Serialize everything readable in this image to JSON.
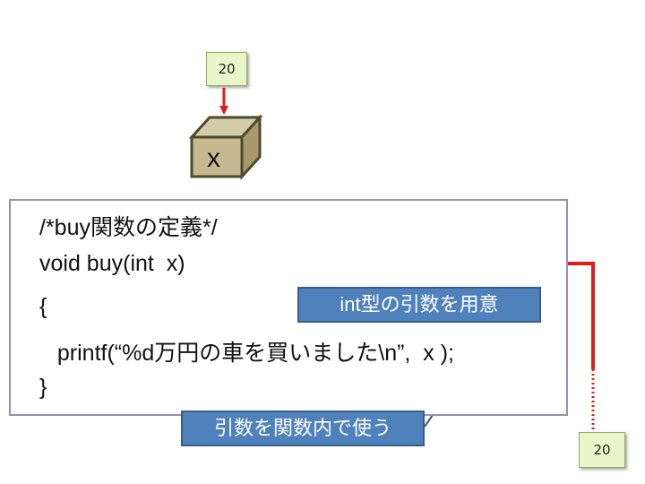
{
  "variable_box": {
    "label": "x",
    "fill_color": "#c6b990",
    "stroke_color": "#4b4b2d"
  },
  "notes": {
    "top_value": "20",
    "bottom_value": "20",
    "fill_color": "#eaf5c9"
  },
  "code": {
    "line1": "/*buy関数の定義*/",
    "line2": "void buy(int  x)",
    "line3": "{",
    "line4": "  printf(“%d万円の車を買いました\\n”,  x );",
    "line5": "}"
  },
  "callouts": {
    "param": "int型の引数を用意",
    "usage": "引数を関数内で使う",
    "fill_color": "#4f81bd"
  },
  "arrow_color": "#e31b1b"
}
